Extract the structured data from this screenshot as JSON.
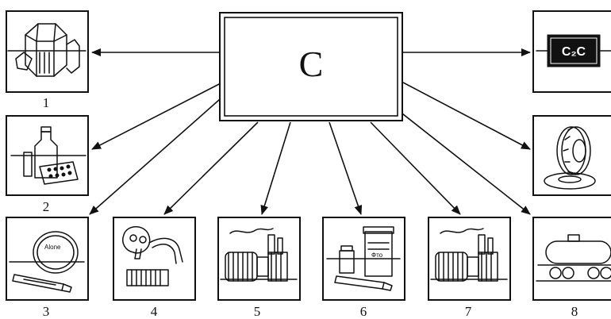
{
  "center": {
    "label": "C"
  },
  "boxes": [
    {
      "number": "1",
      "icon": "crystal-icon"
    },
    {
      "number": "2",
      "icon": "medicine-bottles-icon"
    },
    {
      "number": "3",
      "icon": "ointment-tube-icon"
    },
    {
      "number": "4",
      "icon": "gas-mask-icon"
    },
    {
      "number": "5",
      "icon": "factory-machine-icon"
    },
    {
      "number": "6",
      "icon": "medicine-products-icon"
    },
    {
      "number": "7",
      "icon": "factory-machine-icon"
    },
    {
      "number": "8",
      "icon": "rail-tank-car-icon"
    },
    {
      "number": "",
      "icon": "electrode-icon",
      "text": "C₂C"
    },
    {
      "number": "",
      "icon": "tire-icon"
    }
  ]
}
